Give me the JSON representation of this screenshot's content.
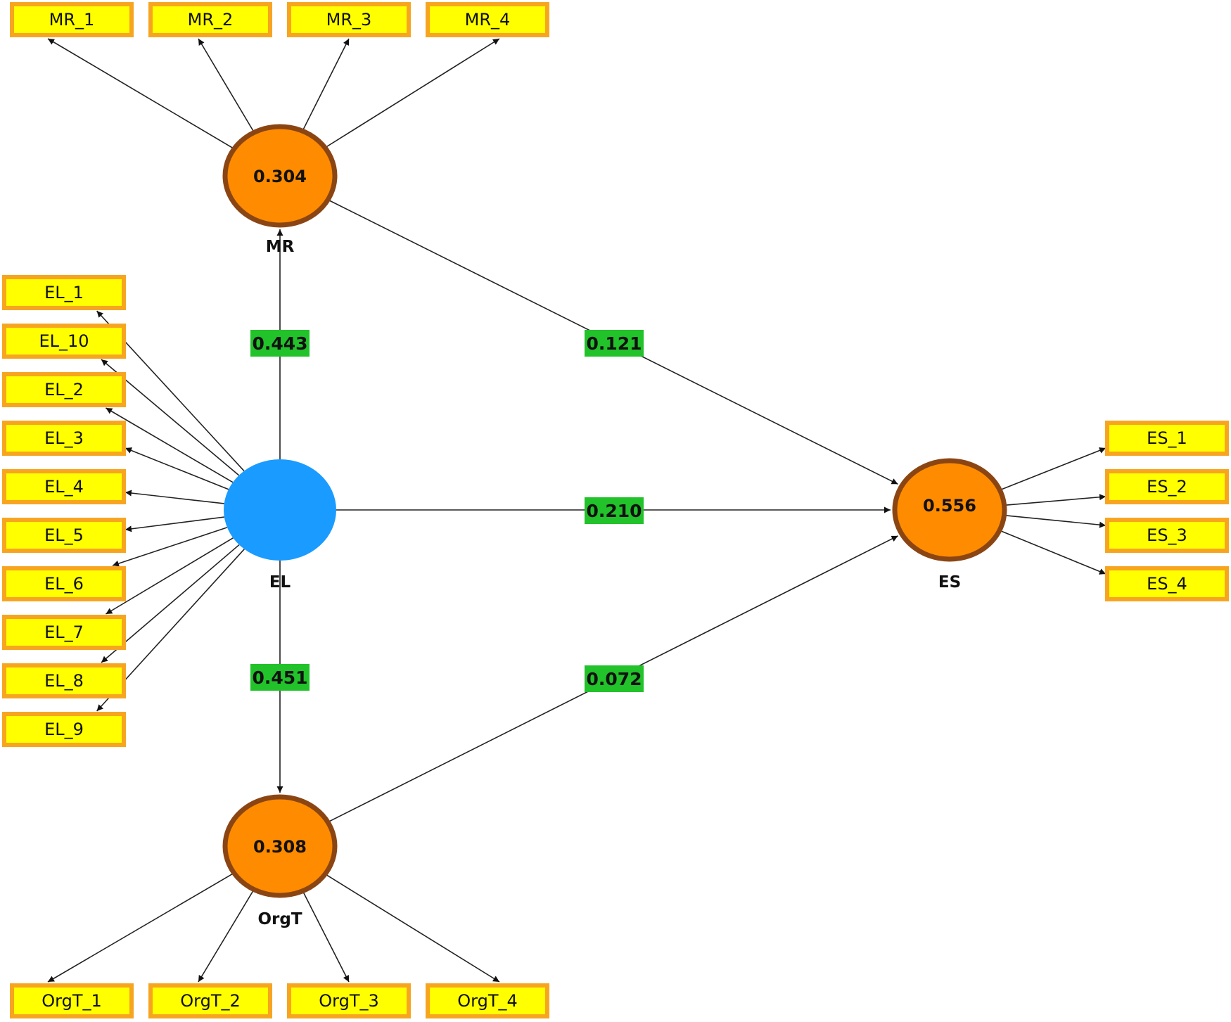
{
  "colors": {
    "indicator_fill": "#ffff00",
    "indicator_border": "#f7a520",
    "endogenous_fill": "#ff8c00",
    "endogenous_border": "#8b4513",
    "exogenous_fill": "#1a9bff",
    "coefficient_fill": "#22c22a"
  },
  "latents": {
    "MR": {
      "name": "MR",
      "r2": "0.304"
    },
    "EL": {
      "name": "EL",
      "r2": ""
    },
    "OrgT": {
      "name": "OrgT",
      "r2": "0.308"
    },
    "ES": {
      "name": "ES",
      "r2": "0.556"
    }
  },
  "indicators": {
    "MR": [
      "MR_1",
      "MR_2",
      "MR_3",
      "MR_4"
    ],
    "EL": [
      "EL_1",
      "EL_10",
      "EL_2",
      "EL_3",
      "EL_4",
      "EL_5",
      "EL_6",
      "EL_7",
      "EL_8",
      "EL_9"
    ],
    "OrgT": [
      "OrgT_1",
      "OrgT_2",
      "OrgT_3",
      "OrgT_4"
    ],
    "ES": [
      "ES_1",
      "ES_2",
      "ES_3",
      "ES_4"
    ]
  },
  "paths": [
    {
      "from": "EL",
      "to": "MR",
      "coef": "0.443"
    },
    {
      "from": "EL",
      "to": "OrgT",
      "coef": "0.451"
    },
    {
      "from": "EL",
      "to": "ES",
      "coef": "0.210"
    },
    {
      "from": "MR",
      "to": "ES",
      "coef": "0.121"
    },
    {
      "from": "OrgT",
      "to": "ES",
      "coef": "0.072"
    }
  ]
}
